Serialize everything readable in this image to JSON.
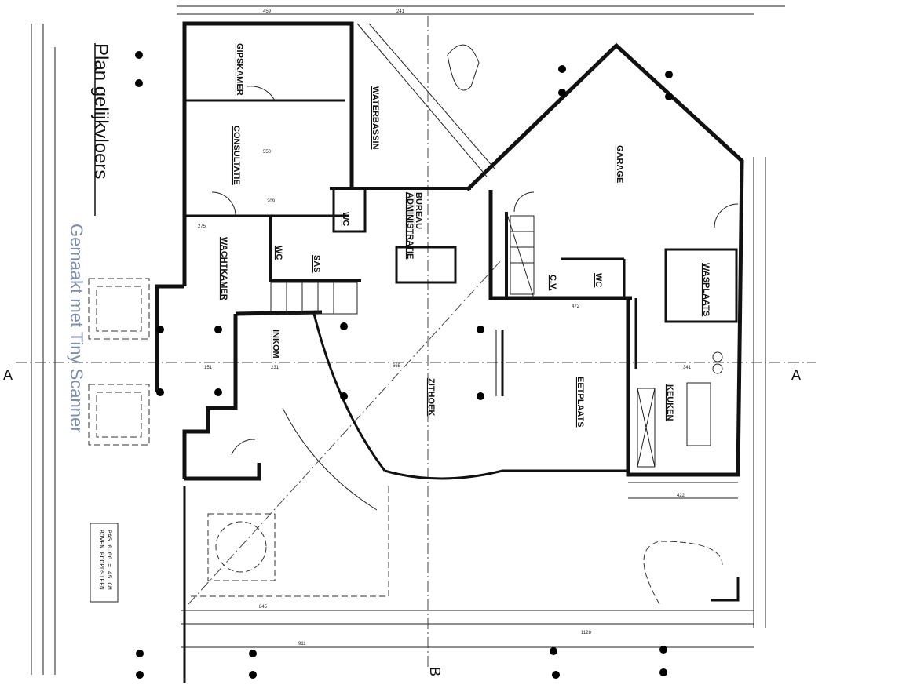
{
  "title": "Plan gelijkvloers",
  "watermark": "Gemaakt met Tiny Scanner",
  "note": {
    "line1": "PAS 0.00 = 45 CM",
    "line2": "BOVEN BOORDSTEEN"
  },
  "section_markers": {
    "a_left": "A",
    "a_right": "A",
    "b": "B"
  },
  "rooms": {
    "gipskamer": "GIPSKAMER",
    "consultatie": "CONSULTATIE",
    "waterbassin": "WATERBASSIN",
    "bureau": "BUREAU",
    "administratie": "ADMINISTRATIE",
    "wc1": "WC",
    "wc2": "WC",
    "sas": "SAS",
    "wachtkamer": "WACHTKAMER",
    "inkom": "INKOM",
    "zithoek": "ZITHOEK",
    "eetplaats": "EETPLAATS",
    "keuken": "KEUKEN",
    "garage": "GARAGE",
    "wasplaats": "WASPLAATS",
    "cv": "C.V.",
    "wc3": "WC"
  },
  "dimensions": {
    "d1": "459",
    "d2": "241",
    "d3": "550",
    "d4": "209",
    "d5": "275",
    "d6": "665",
    "d7": "472",
    "d8": "422",
    "d9": "845",
    "d10": "911",
    "d11": "1128",
    "d12": "151",
    "d13": "231",
    "d14": "341"
  }
}
